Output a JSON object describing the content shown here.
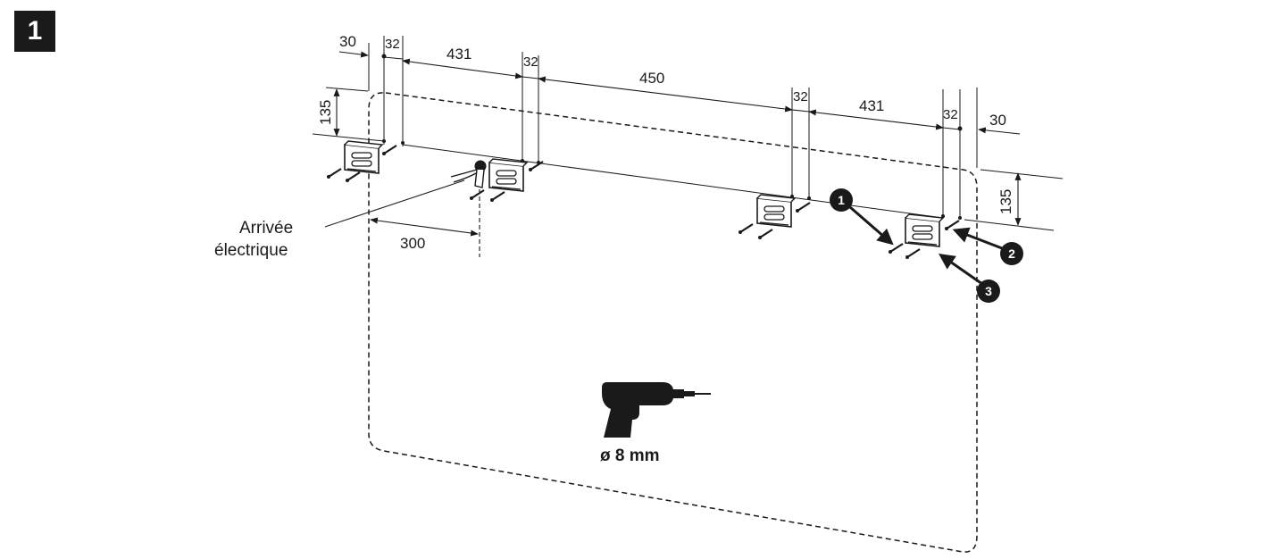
{
  "step": {
    "number": "1"
  },
  "dimensions": {
    "left_offset": "30",
    "hole_gap_1": "32",
    "span_1": "431",
    "hole_gap_2": "32",
    "span_middle": "450",
    "hole_gap_3": "32",
    "span_2": "431",
    "hole_gap_4": "32",
    "right_offset": "30",
    "height_left": "135",
    "height_right": "135",
    "power_offset": "300"
  },
  "labels": {
    "power_line1": "Arrivée",
    "power_line2": "électrique",
    "drill_size": "ø 8 mm"
  },
  "callouts": [
    "1",
    "2",
    "3"
  ],
  "icons": [
    "drill-icon",
    "wall-bracket-icon",
    "screw-icon",
    "power-cable-icon"
  ]
}
